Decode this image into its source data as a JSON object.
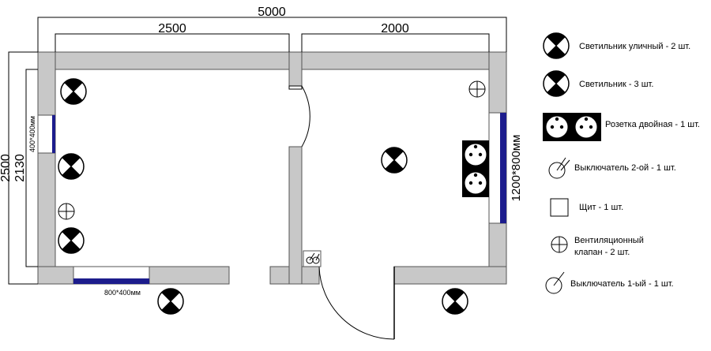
{
  "dimensions": {
    "total_width": "5000",
    "left_room_width": "2500",
    "right_room_width": "2000",
    "total_height": "2500",
    "inner_height": "2130"
  },
  "windows": {
    "left": "400*400мм",
    "bottom": "800*400мм",
    "right": "1200*800мм"
  },
  "legend": {
    "street_lamp": "Светильник уличный - 2 шт.",
    "lamp": "Светильник - 3 шт.",
    "double_socket": "Розетка двойная - 1 шт.",
    "switch_double": "Выключатель 2-ой - 1 шт.",
    "panel": "Щит - 1 шт.",
    "vent_line1": "Вентиляционный",
    "vent_line2": "клапан - 2 шт.",
    "switch_single": "Выключатель 1-ый - 1 шт."
  },
  "colors": {
    "wall": "#c8c8c8",
    "window": "#1c1c8c",
    "line": "#000000"
  },
  "icons": {
    "lamp": "lamp-icon",
    "socket": "socket-icon",
    "switch": "switch-icon",
    "panel": "panel-icon",
    "vent": "vent-valve-icon"
  }
}
